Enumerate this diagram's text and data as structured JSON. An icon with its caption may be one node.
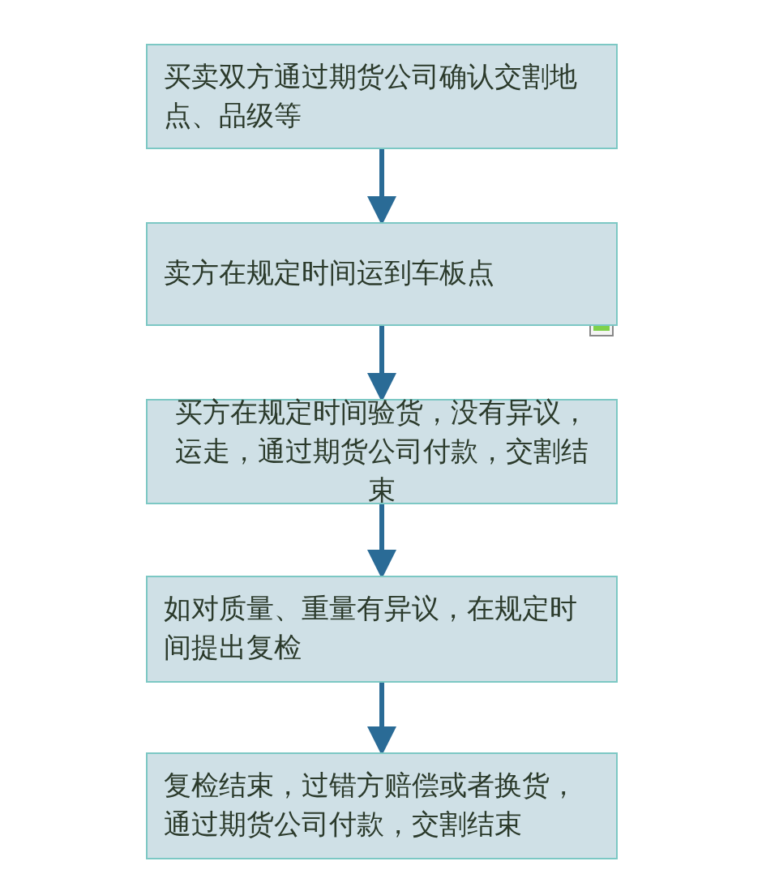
{
  "diagram": {
    "nodes": [
      {
        "text": [
          "买卖双方通过期货公司确认交割地点、品级等"
        ]
      },
      {
        "text": [
          "卖方在规定时间运到车板点"
        ]
      },
      {
        "text": [
          "买方在规定时间验货，没有异议，运走，通过期货公司付款，交割结束"
        ]
      },
      {
        "text": [
          "如对质量、重量有异议，在规定时间提出复检"
        ]
      },
      {
        "text": [
          "复检结束，过错方赔偿或者换货，通过期货公司付款，交割结束"
        ]
      }
    ],
    "edges": [
      {
        "from": 0,
        "to": 1,
        "arrow": "to"
      },
      {
        "from": 1,
        "to": 2,
        "arrow": "to"
      },
      {
        "from": 2,
        "to": 3,
        "arrow": "to"
      },
      {
        "from": 3,
        "to": 4,
        "arrow": "to"
      }
    ]
  }
}
